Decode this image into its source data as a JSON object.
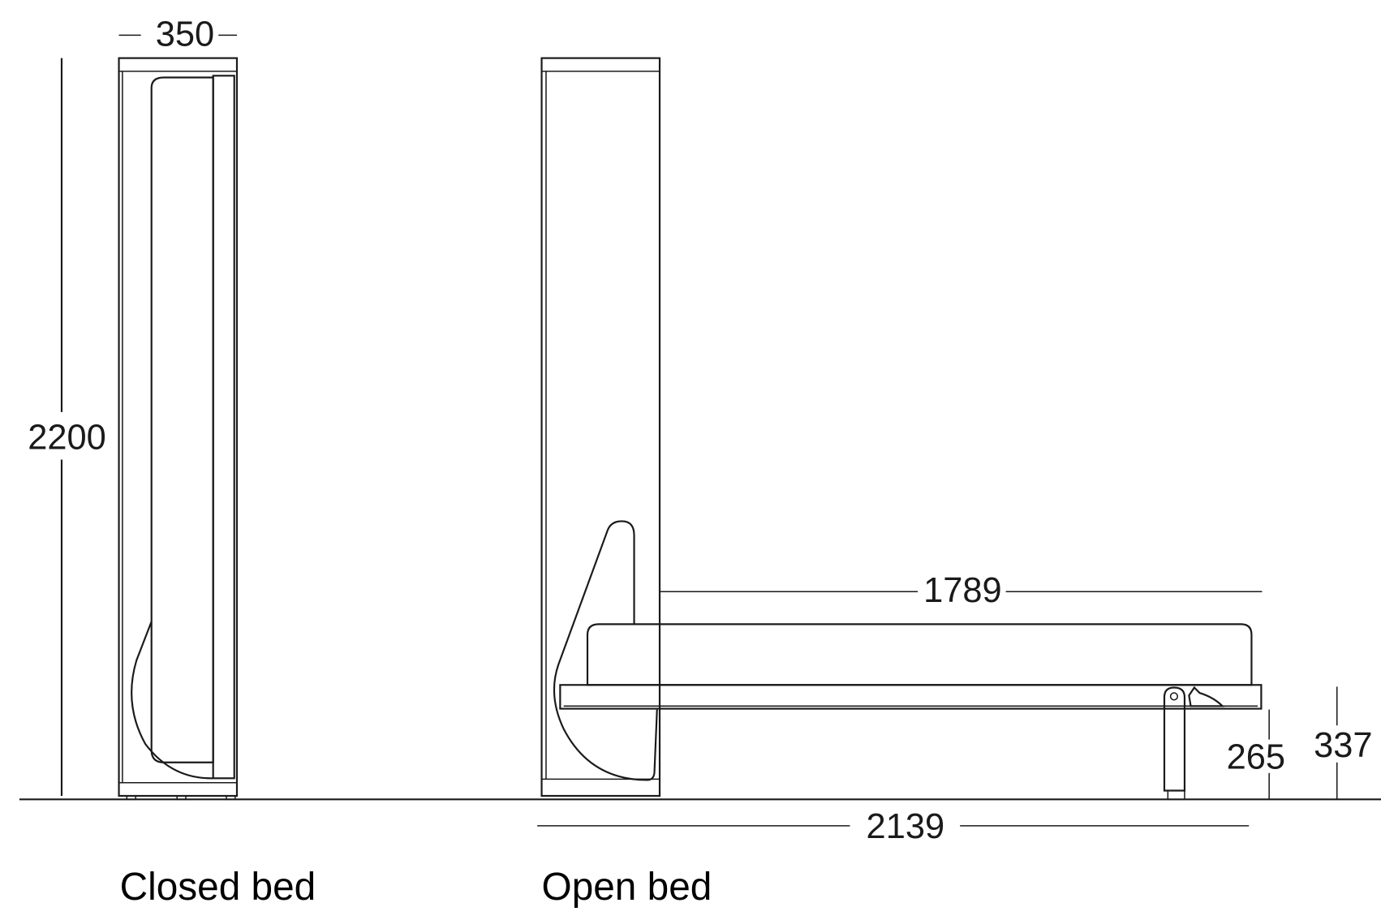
{
  "views": {
    "closed": {
      "label": "Closed bed",
      "width_dim": "350",
      "height_dim": "2200"
    },
    "open": {
      "label": "Open bed",
      "mattress_length_dim": "1789",
      "total_length_dim": "2139",
      "frame_height_dim": "265",
      "mattress_height_dim": "337"
    }
  },
  "colors": {
    "line": "#1a1a1a",
    "background": "#ffffff"
  }
}
